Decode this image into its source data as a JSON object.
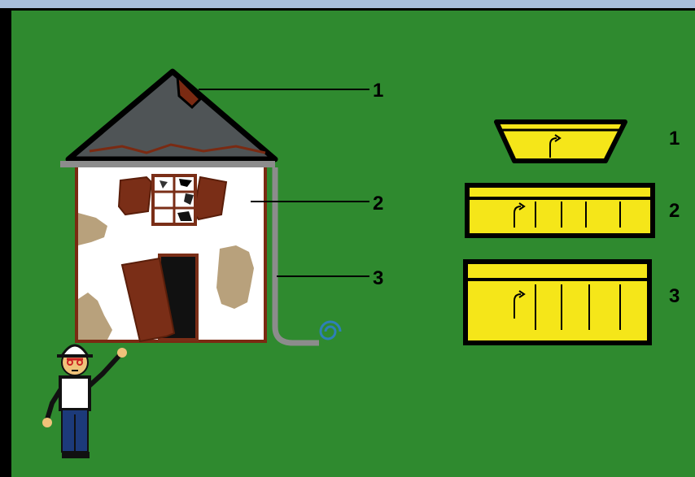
{
  "colors": {
    "background": "#2f8a2f",
    "roof": "#4f5456",
    "wall": "#ffffff",
    "wall_outline": "#7a2a12",
    "wood": "#7a2e17",
    "damp_patch": "#b8a17c",
    "gutter": "#8c8c8c",
    "skip_fill": "#f5e619",
    "outline": "#000000",
    "swirl": "#2e7fb8",
    "top_strip": "#a9bfdc"
  },
  "house_labels": [
    "1",
    "2",
    "3"
  ],
  "skip_labels": [
    "1",
    "2",
    "3"
  ]
}
